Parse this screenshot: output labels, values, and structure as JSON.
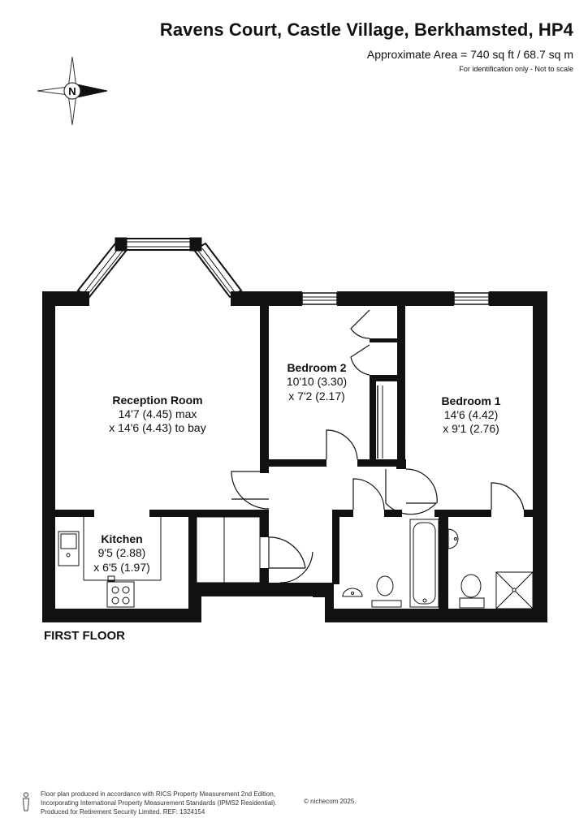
{
  "header": {
    "title": "Ravens Court, Castle Village, Berkhamsted, HP4",
    "area": "Approximate Area = 740 sq ft / 68.7 sq m",
    "note": "For identification only - Not to scale"
  },
  "compass": {
    "letter": "N"
  },
  "rooms": {
    "reception": {
      "name": "Reception Room",
      "dim1": "14'7 (4.45) max",
      "dim2": "x 14'6 (4.43) to bay"
    },
    "bedroom2": {
      "name": "Bedroom 2",
      "dim1": "10'10 (3.30)",
      "dim2": "x 7'2 (2.17)"
    },
    "bedroom1": {
      "name": "Bedroom 1",
      "dim1": "14'6 (4.42)",
      "dim2": "x 9'1 (2.76)"
    },
    "kitchen": {
      "name": "Kitchen",
      "dim1": "9'5 (2.88)",
      "dim2": "x 6'5 (1.97)"
    }
  },
  "floor_label": "FIRST FLOOR",
  "footer": {
    "line1": "Floor plan produced in accordance with RICS Property Measurement 2nd Edition,",
    "line2": "Incorporating International Property Measurement Standards (IPMS2 Residential).",
    "line3": "Produced for Retirement Security Limited.   REF: 1324154",
    "copyright": "© nichecom 2025."
  },
  "colors": {
    "wall": "#111111",
    "background": "#ffffff"
  }
}
